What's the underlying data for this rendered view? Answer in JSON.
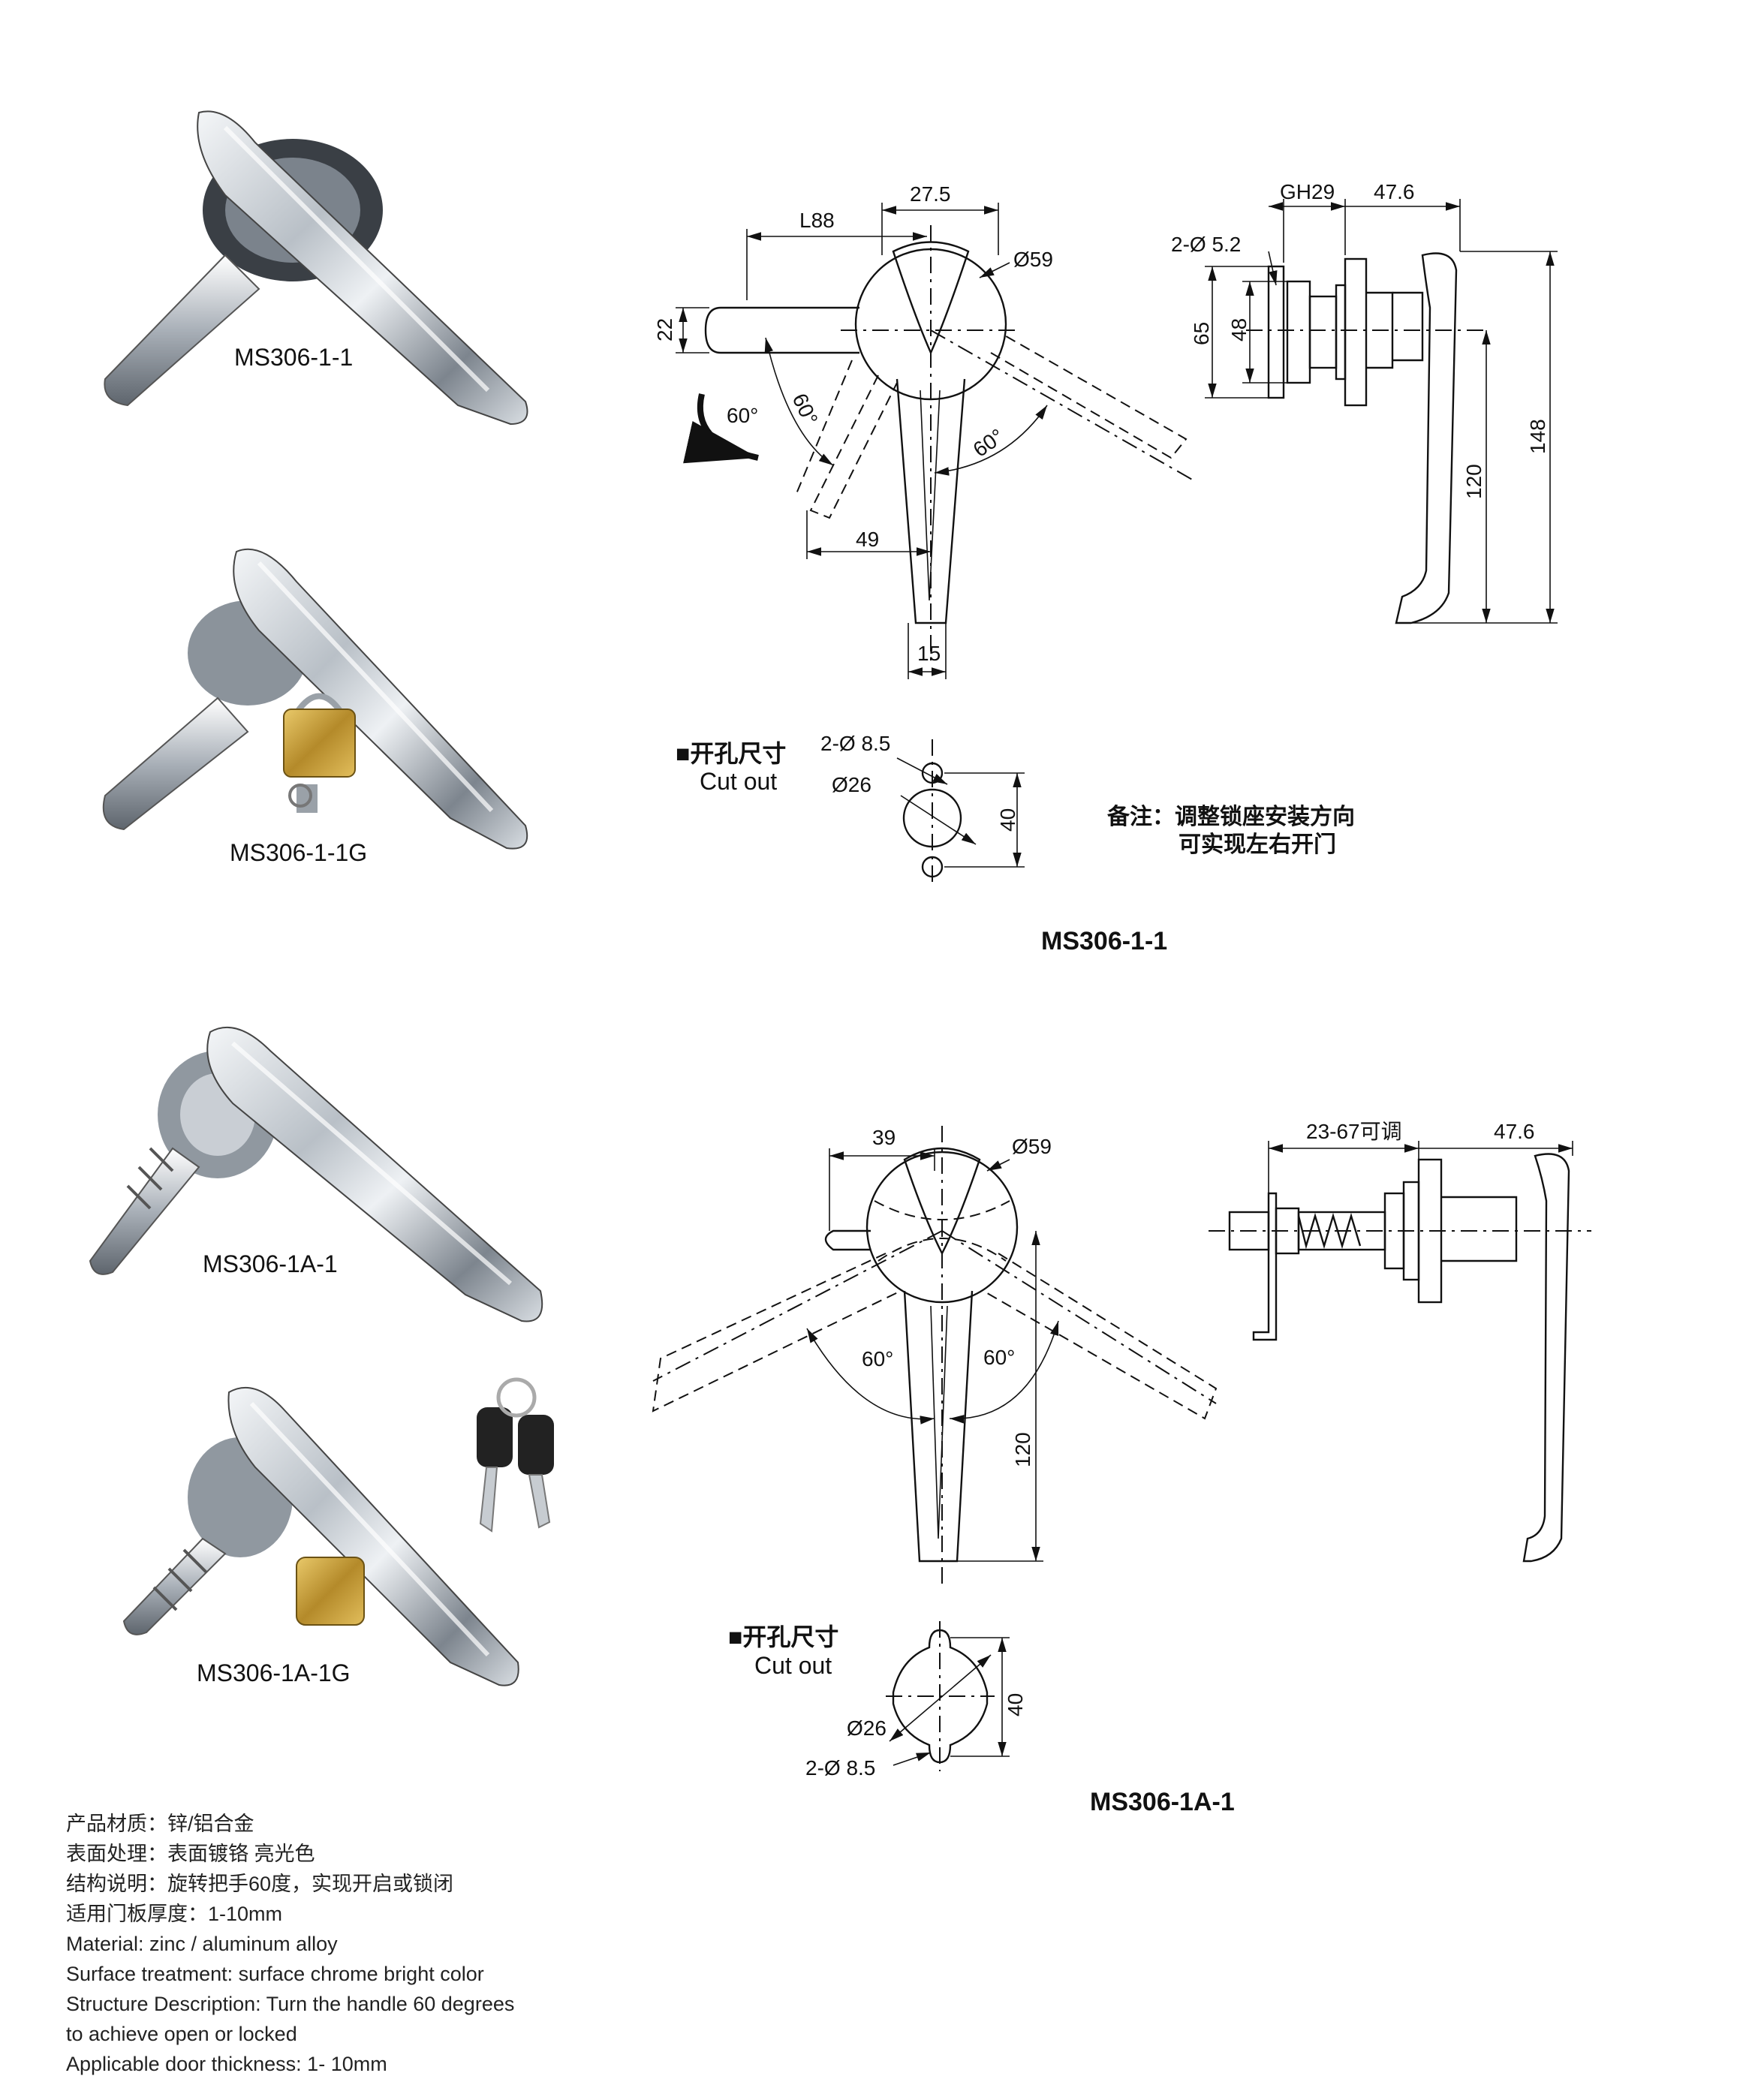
{
  "products": {
    "p1": "MS306-1-1",
    "p2": "MS306-1-1G",
    "p3": "MS306-1A-1",
    "p4": "MS306-1A-1G"
  },
  "drawing1": {
    "title": "MS306-1-1",
    "dims": {
      "w27": "27.5",
      "l88": "L88",
      "d59": "Ø59",
      "h22": "22",
      "a60_arrow": "60°",
      "a60_left": "60°",
      "a60_right": "60°",
      "w49": "49",
      "w15": "15",
      "gh29": "GH29",
      "w476": "47.6",
      "holes": "2-Ø 5.2",
      "h65": "65",
      "h48": "48",
      "h148": "148",
      "h120": "120"
    },
    "cutout": {
      "title_cn": "■开孔尺寸",
      "title_en": "Cut out",
      "holes": "2-Ø 8.5",
      "dia": "Ø26",
      "h40": "40"
    },
    "note_line1": "备注：调整锁座安装方向",
    "note_line2": "可实现左右开门"
  },
  "drawing2": {
    "title": "MS306-1A-1",
    "dims": {
      "w39": "39",
      "d59": "Ø59",
      "a60_left": "60°",
      "a60_right": "60°",
      "h120": "120",
      "adj": "23-67可调",
      "w476": "47.6"
    },
    "cutout": {
      "title_cn": "■开孔尺寸",
      "title_en": "Cut out",
      "dia": "Ø26",
      "holes": "2-Ø 8.5",
      "h40": "40"
    }
  },
  "specs": [
    "产品材质：锌/铝合金",
    "表面处理：表面镀铬 亮光色",
    "结构说明：旋转把手60度，实现开启或锁闭",
    "适用门板厚度：1-10mm",
    "Material: zinc / aluminum alloy",
    "Surface treatment: surface chrome bright color",
    "Structure Description: Turn the handle 60 degrees",
    "to achieve open or locked",
    "Applicable door thickness: 1- 10mm"
  ]
}
